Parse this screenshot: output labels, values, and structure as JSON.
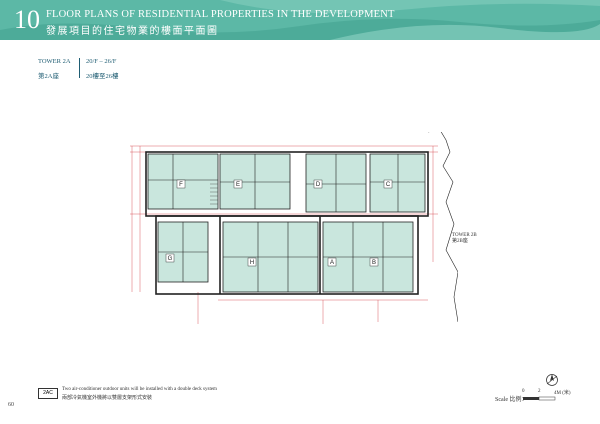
{
  "header": {
    "section_number": "10",
    "title_en": "FLOOR PLANS OF RESIDENTIAL PROPERTIES IN THE DEVELOPMENT",
    "title_zh": "發展項目的住宅物業的樓面平面圖"
  },
  "tower_info": {
    "tower_en": "TOWER 2A",
    "tower_zh": "第2A座",
    "floors_en": "20/F – 26/F",
    "floors_zh": "20樓至26樓"
  },
  "plan": {
    "unit_labels": [
      "F",
      "E",
      "D",
      "C",
      "G",
      "H",
      "A",
      "B"
    ],
    "neighbour_label_en": "TOWER 2B",
    "neighbour_label_zh": "第2B座"
  },
  "note": {
    "icon_label": "2AC",
    "text_en": "Two air-conditioner outdoor units will be installed with a double deck system",
    "text_zh": "兩部冷氣機室外機將以雙層支架形式安裝"
  },
  "scale": {
    "label": "Scale 比例：",
    "ticks": [
      "0",
      "2",
      "4M (米)"
    ]
  },
  "page_number": "60",
  "colors": {
    "banner": "#5cb8a6",
    "accent_text": "#1f5d73",
    "room_fill": "#c9e6dd",
    "wall": "#222222",
    "dimension": "#d0363d"
  }
}
